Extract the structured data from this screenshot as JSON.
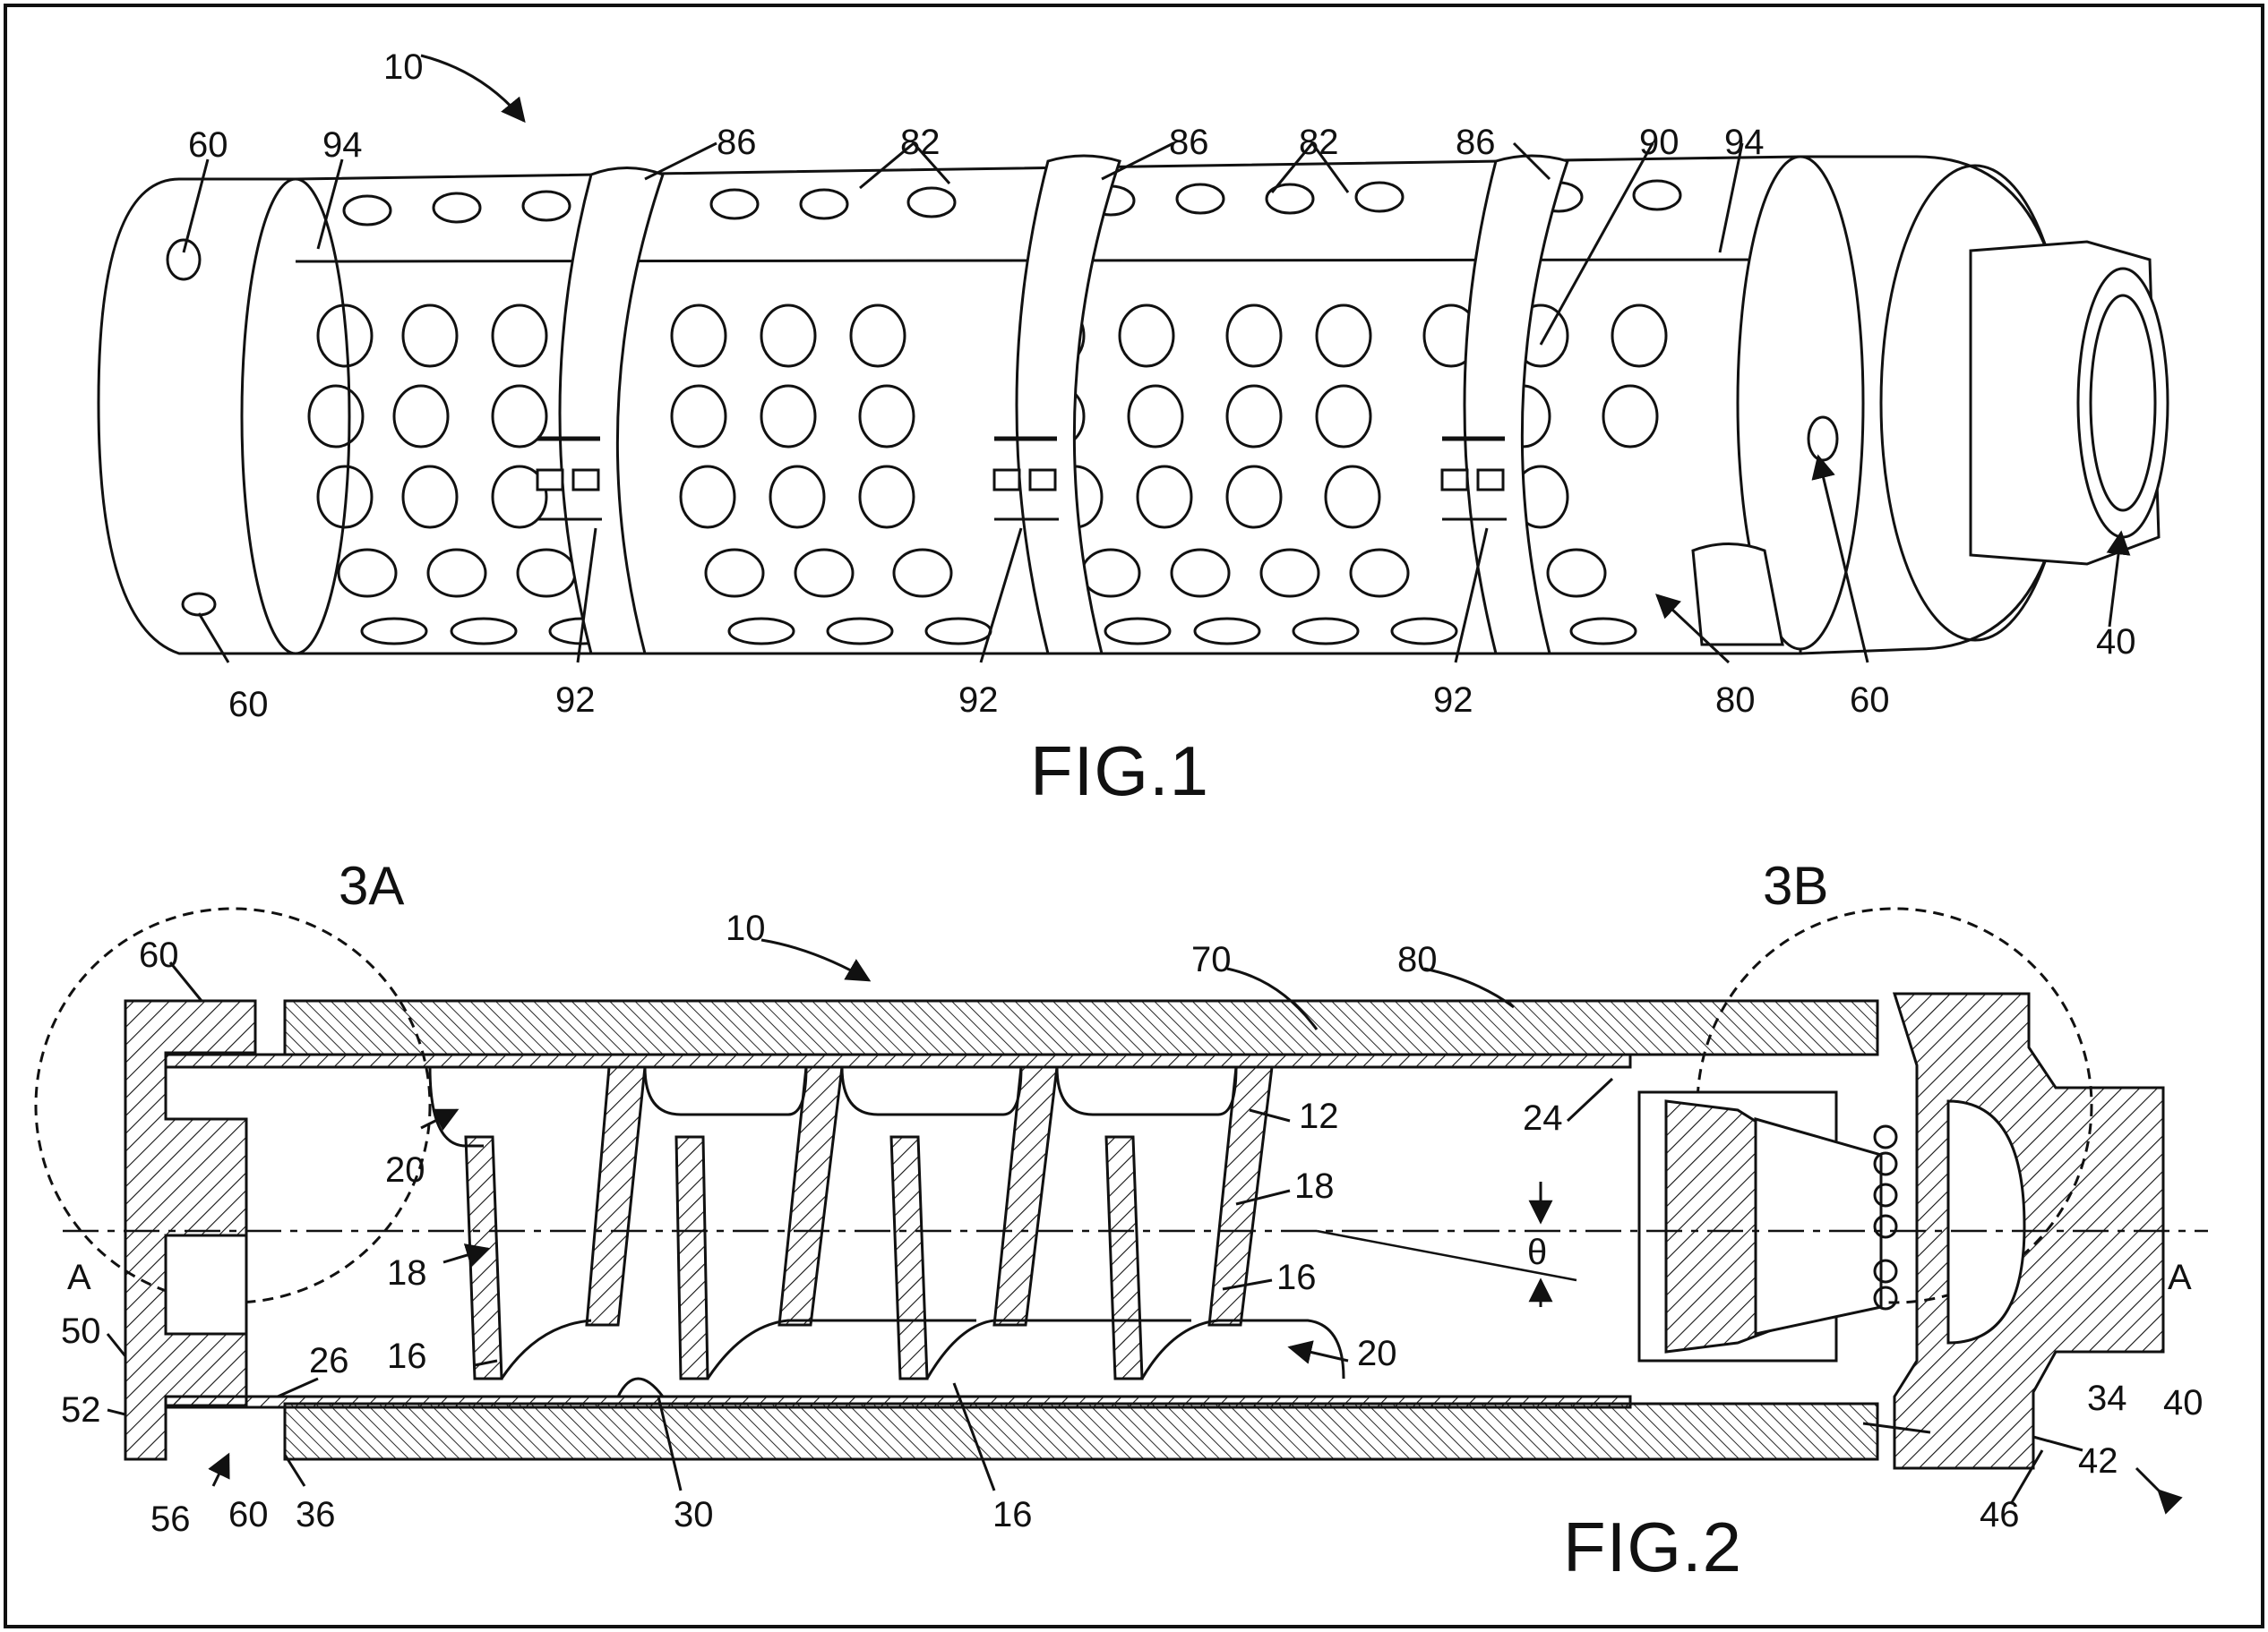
{
  "fig1": {
    "caption": "FIG.1",
    "labels": {
      "l10": "10",
      "l60a": "60",
      "l94a": "94",
      "l86a": "86",
      "l82a": "82",
      "l86b": "86",
      "l82b": "82",
      "l86c": "86",
      "l90": "90",
      "l94b": "94",
      "l60b": "60",
      "l92a": "92",
      "l92b": "92",
      "l92c": "92",
      "l80": "80",
      "l60c": "60",
      "l40": "40"
    }
  },
  "fig2": {
    "caption": "FIG.2",
    "detail_a": "3A",
    "detail_b": "3B",
    "labels": {
      "l10": "10",
      "l60a": "60",
      "l70": "70",
      "l80": "80",
      "l20a": "20",
      "l12": "12",
      "l24": "24",
      "l18a": "18",
      "l18b": "18",
      "lA1": "A",
      "lA2": "A",
      "ltheta": "θ",
      "l16a": "16",
      "l16b": "16",
      "l16c": "16",
      "l20b": "20",
      "l50": "50",
      "l26": "26",
      "l52": "52",
      "l56": "56",
      "l60b": "60",
      "l36": "36",
      "l30": "30",
      "l34": "34",
      "l40": "40",
      "l42": "42",
      "l46": "46"
    }
  },
  "colors": {
    "ink": "#111111",
    "paper": "#ffffff"
  }
}
